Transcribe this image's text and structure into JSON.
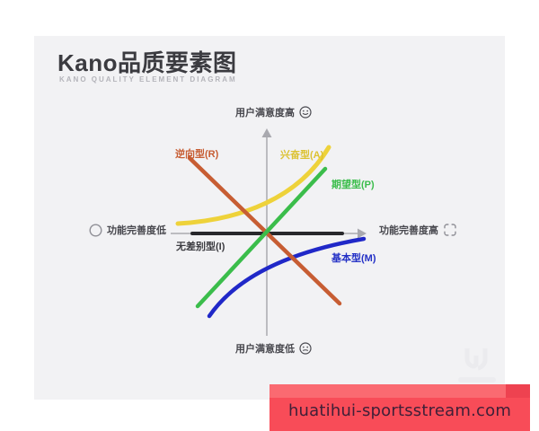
{
  "header": {
    "title": "Kano品质要素图",
    "subtitle": "KANO QUALITY ELEMENT DIAGRAM"
  },
  "diagram": {
    "axes": {
      "top_label": "用户满意度高",
      "bottom_label": "用户满意度低",
      "left_label": "功能完善度低",
      "right_label": "功能完善度高",
      "axis_color": "#a9a9af"
    },
    "curves": [
      {
        "name": "reverse",
        "label": "逆向型(R)",
        "color": "#c75d33",
        "label_color": "#c75d33",
        "shape": "straight-descending"
      },
      {
        "name": "excitement",
        "label": "兴奋型(A)",
        "color": "#eed23a",
        "label_color": "#dcc232",
        "shape": "exponential-rising"
      },
      {
        "name": "expected",
        "label": "期望型(P)",
        "color": "#3bbd4b",
        "label_color": "#3bbd4b",
        "shape": "straight-ascending"
      },
      {
        "name": "indifferent",
        "label": "无差别型(I)",
        "color": "#28282c",
        "label_color": "#3c3c41",
        "shape": "flat-horizontal"
      },
      {
        "name": "basic",
        "label": "基本型(M)",
        "color": "#2028c8",
        "label_color": "#2330c6",
        "shape": "logarithmic-rising"
      }
    ]
  },
  "banner": {
    "text": "huatihui-sportsstream.com",
    "bg_color": "#f84c58",
    "strip_color": "#fa6a71",
    "corner_color": "#ee4250",
    "text_color": "#3f2038"
  }
}
